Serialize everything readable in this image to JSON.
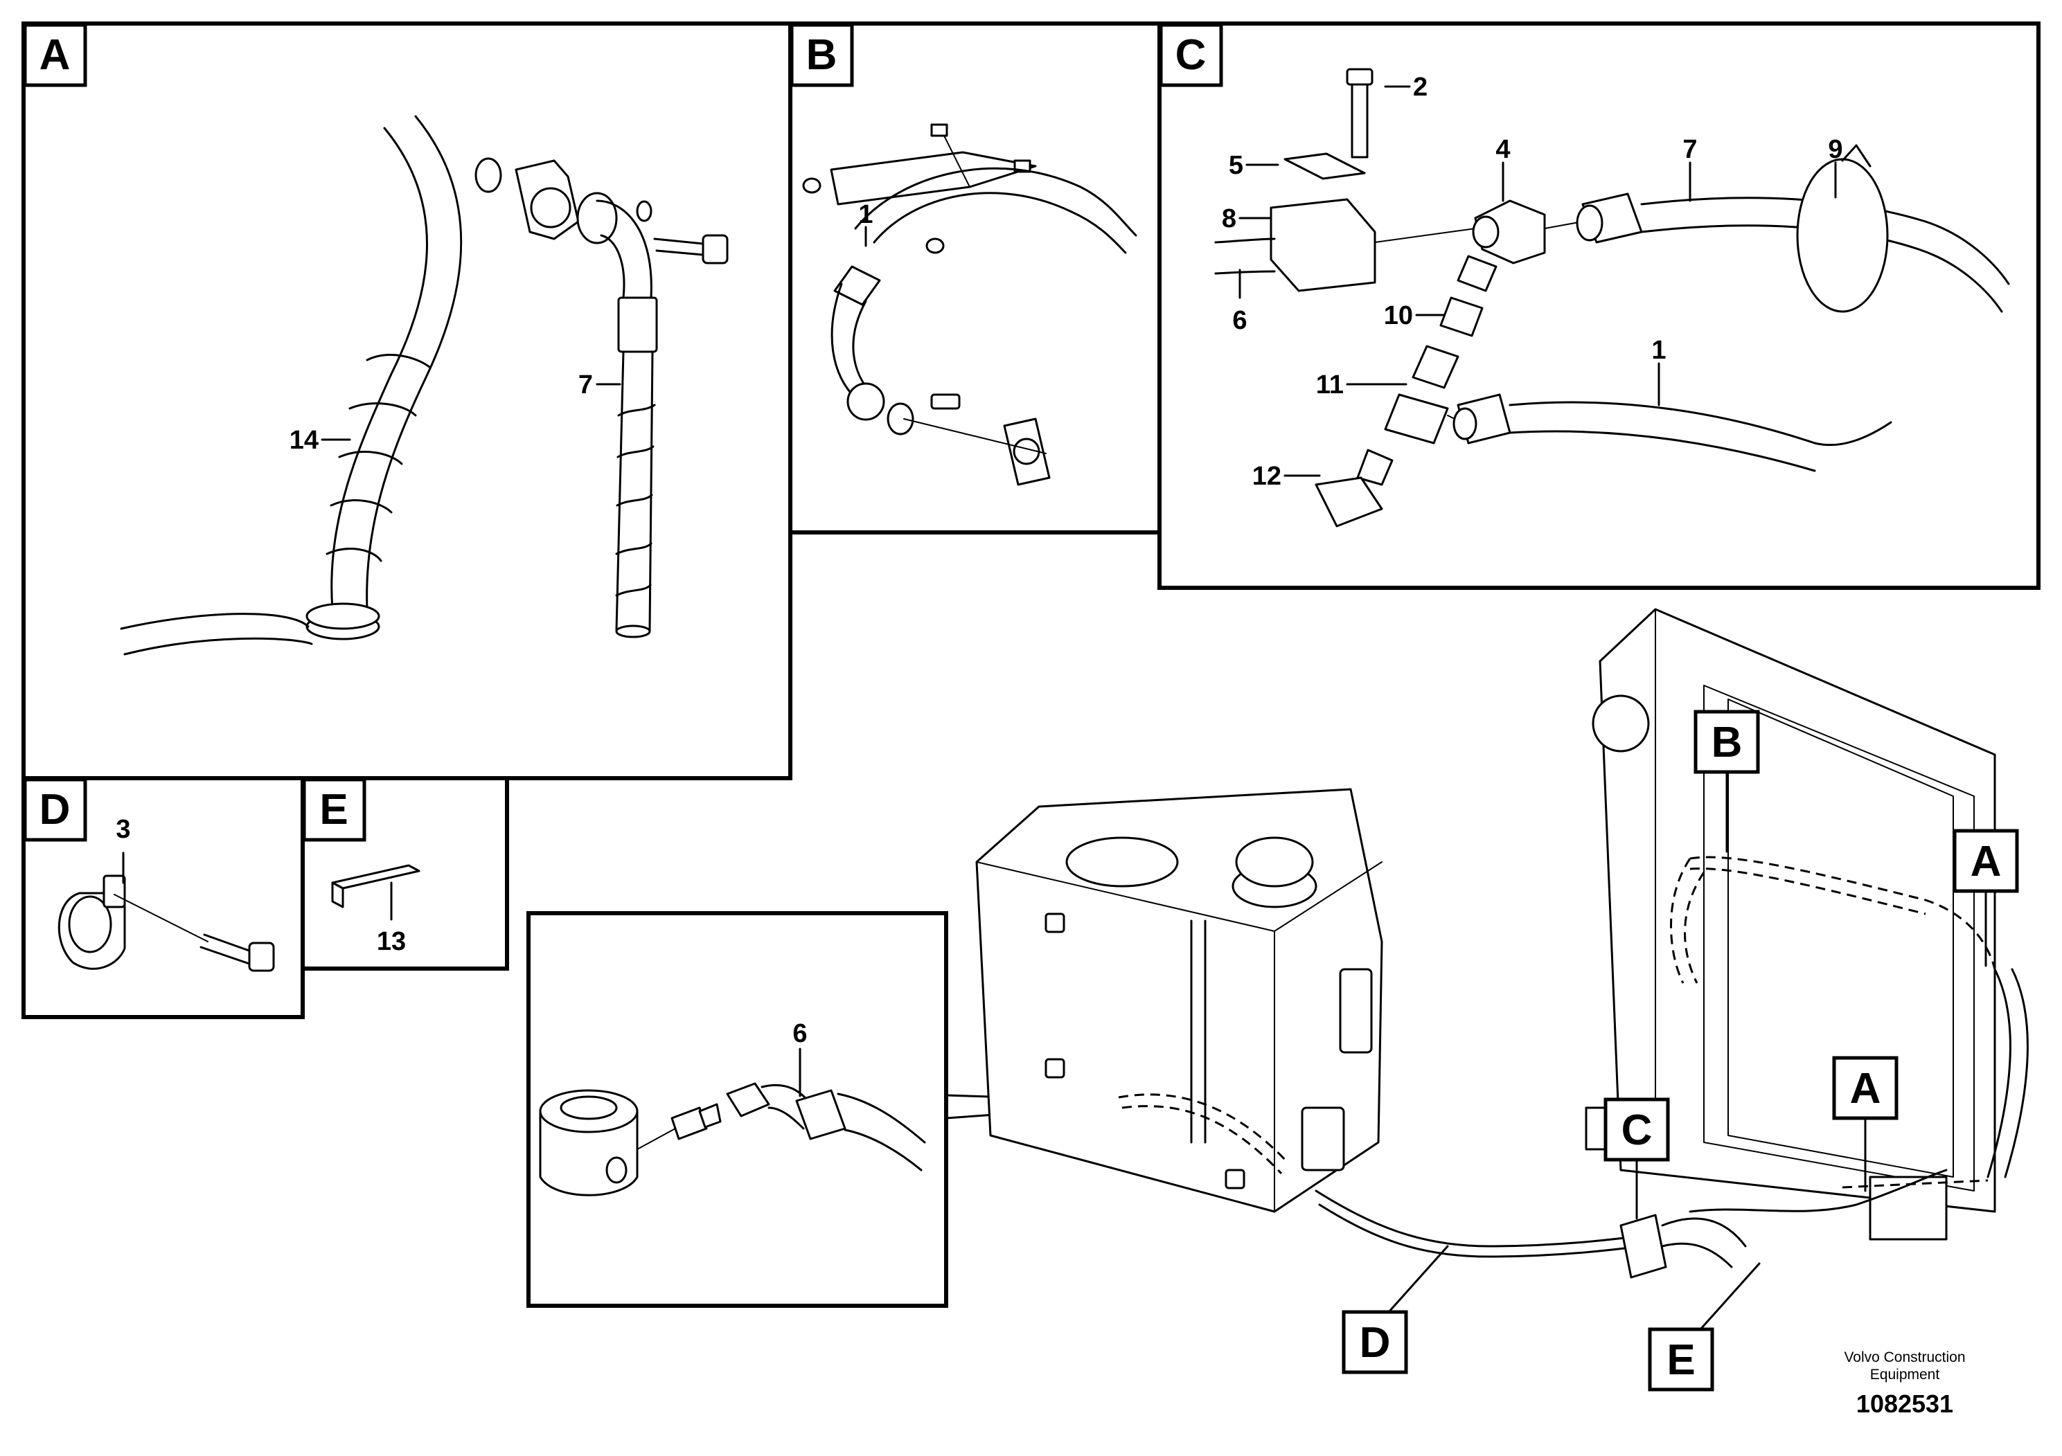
{
  "views": {
    "A": "A",
    "B": "B",
    "C": "C",
    "D": "D",
    "E": "E"
  },
  "callouts": {
    "A_upper": "A",
    "A_lower": "A",
    "B": "B",
    "C": "C",
    "D": "D",
    "E": "E"
  },
  "parts": {
    "p1": "1",
    "p2": "2",
    "p3": "3",
    "p4": "4",
    "p5": "5",
    "p6": "6",
    "p7": "7",
    "p8": "8",
    "p9": "9",
    "p10": "10",
    "p11": "11",
    "p12": "12",
    "p13": "13",
    "p14": "14"
  },
  "footer": {
    "brand_line1": "Volvo Construction",
    "brand_line2": "Equipment",
    "doc_number": "1082531"
  }
}
